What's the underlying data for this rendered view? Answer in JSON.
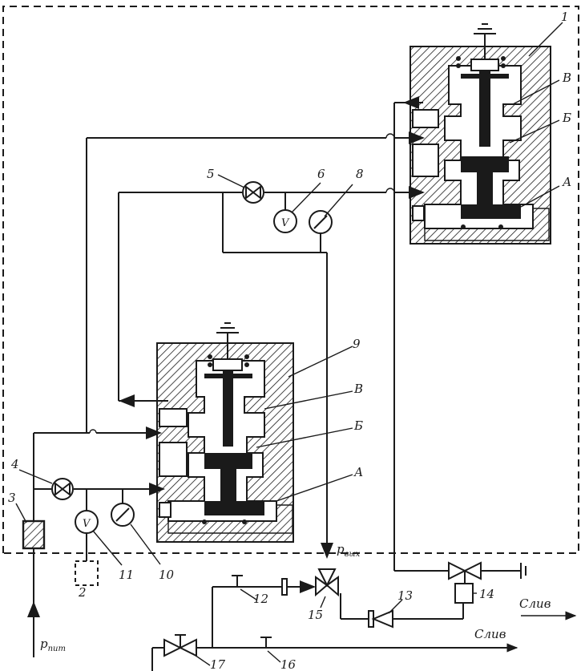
{
  "callouts": {
    "n1": "1",
    "n2": "2",
    "n3": "3",
    "n4": "4",
    "n5": "5",
    "n6": "6",
    "n8": "8",
    "n9": "9",
    "n10": "10",
    "n11": "11",
    "n12": "12",
    "n13": "13",
    "n14": "14",
    "n15": "15",
    "n16": "16",
    "n17": "17"
  },
  "chambers": {
    "top": {
      "v": "В",
      "b": "Б",
      "a": "А"
    },
    "bottom": {
      "v": "В",
      "b": "Б",
      "a": "А"
    }
  },
  "gauge_symbol": "V",
  "pressure": {
    "supply_main": "p",
    "supply_sub": "пит",
    "output_main": "p",
    "output_sub": "вых"
  },
  "drain_labels": {
    "upper": "Слив",
    "lower": "Слив"
  }
}
